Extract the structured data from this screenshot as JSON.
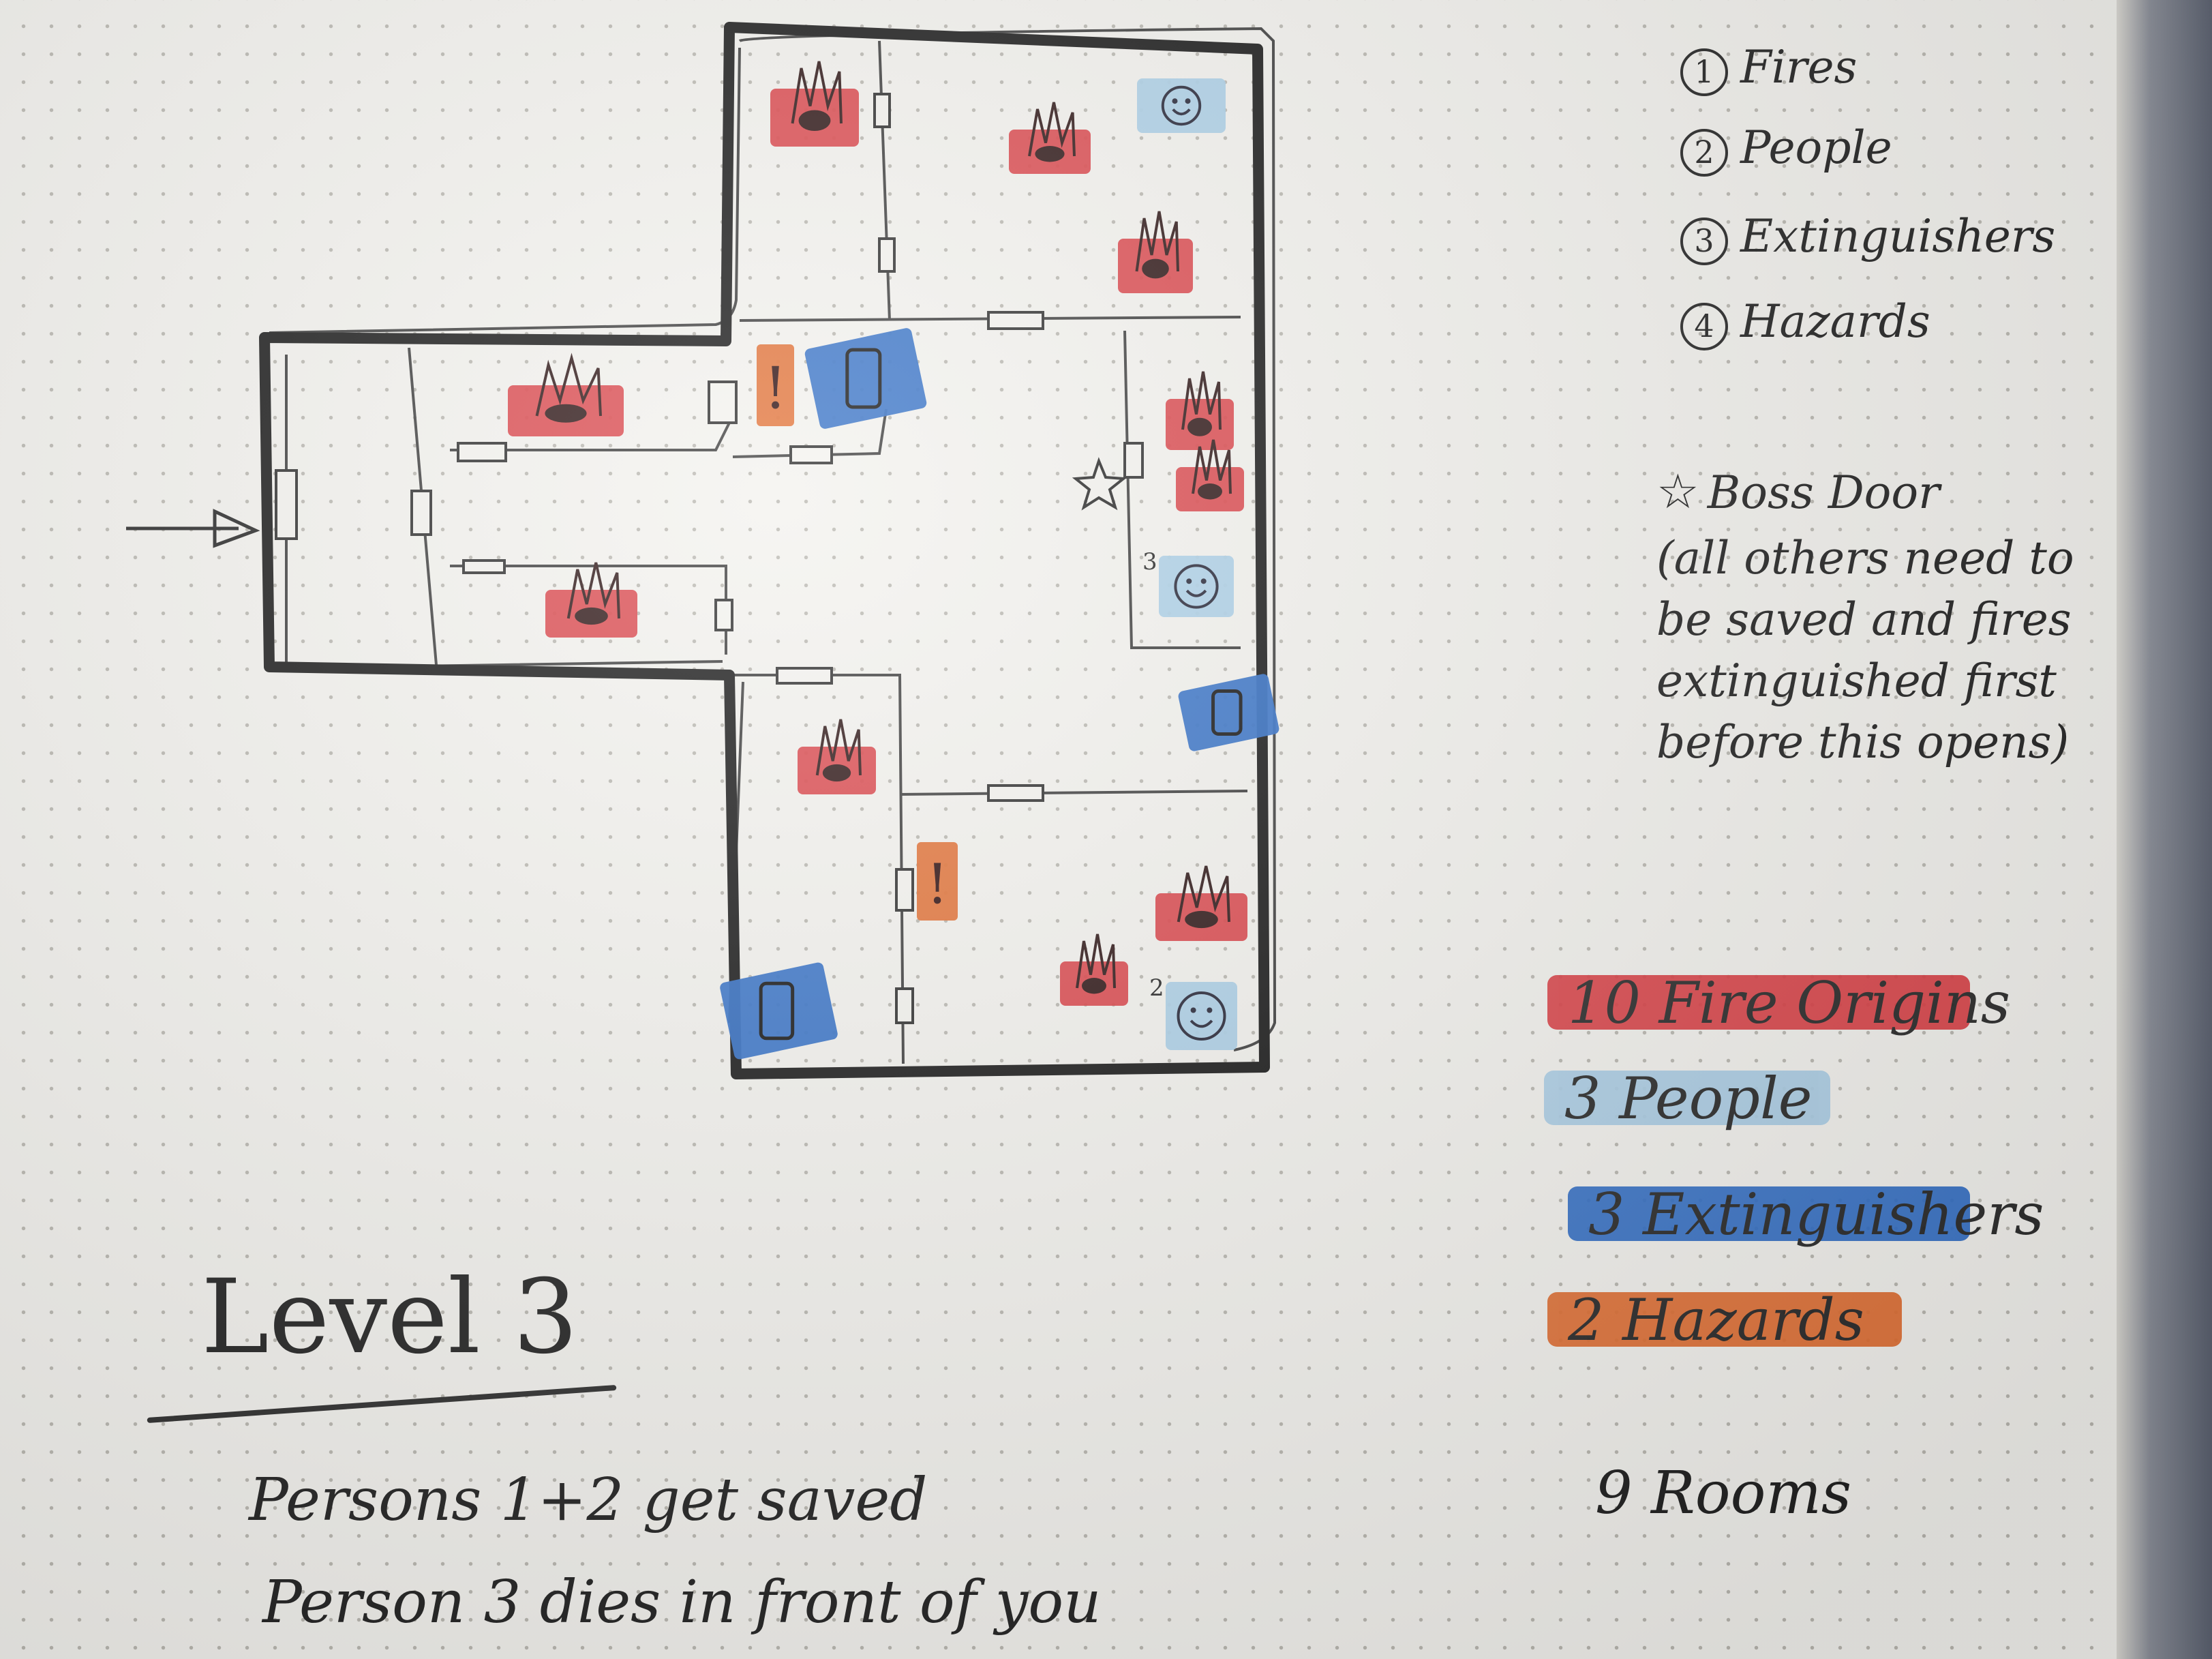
{
  "legend": {
    "items": [
      {
        "num": "1",
        "label": "Fires"
      },
      {
        "num": "2",
        "label": "People"
      },
      {
        "num": "3",
        "label": "Extinguishers"
      },
      {
        "num": "4",
        "label": "Hazards"
      }
    ]
  },
  "boss_note": {
    "title": "Boss Door",
    "lines": [
      "(all others need to",
      "be saved and fires",
      "extinguished first",
      "before this opens)"
    ]
  },
  "counts": {
    "fires": "10 Fire Origins",
    "people": "3 People",
    "extinguishers": "3 Extinguishers",
    "hazards": "2 Hazards",
    "rooms": "9 Rooms"
  },
  "colors": {
    "fire": "#d9393f",
    "people": "#a9cde6",
    "extinguisher": "#2d6bc4",
    "hazard": "#e06a2c",
    "wall": "#141414"
  },
  "level": {
    "title": "Level 3",
    "note1": "Persons 1+2 get saved",
    "note2": "Person 3 dies in front of you"
  },
  "map": {
    "person_labels": [
      "3",
      "2"
    ],
    "hazard_symbol": "!",
    "fire_icon": "fire-icon",
    "person_icon": "smiley-icon",
    "extinguisher_icon": "extinguisher-icon",
    "hazard_icon": "exclamation-icon",
    "door_icon": "door-icon",
    "boss_door_icon": "star-icon",
    "entrance_icon": "arrow-icon"
  }
}
